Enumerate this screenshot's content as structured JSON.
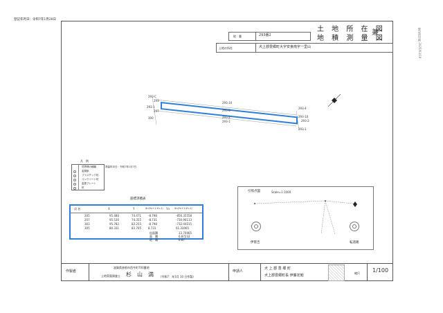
{
  "header": {
    "registration_date": "登記年月日：令和7年1月28日",
    "stamp_vertical": "登記所印刷 2025/03/19"
  },
  "title": {
    "line1": "土 地 所 在 図",
    "line2": "地 積 測 量 図",
    "combined": "兼"
  },
  "info": {
    "lot_label": "地　番",
    "lot_value": "293番2",
    "location_label": "土地の所在",
    "location_value": "犬上郡豊郷町大字安食南字一里山"
  },
  "plan": {
    "labels": [
      "293-C",
      "293-1",
      "293",
      "297",
      "300",
      "293-10",
      "293-8",
      "293-2",
      "293-1",
      "293-4",
      "293-10",
      "293-2",
      "293-1"
    ]
  },
  "legend": {
    "title": "凡　例",
    "header": "境界標の種類",
    "items": [
      "金属鋲",
      "プラスチック杭",
      "コンクリート杭",
      "金属プレート",
      "杭"
    ],
    "survey_date": "測量年月日：令和7年1月7日"
  },
  "coords": {
    "title": "座標求積表",
    "headers": [
      "点 名",
      "X",
      "Y",
      "Xn(Yn+1-Yn-1)",
      "Yn",
      "Xn(Yn+1-Yn-1)"
    ],
    "rows": [
      [
        "205",
        "95.480",
        "74.471",
        "-8.798",
        "",
        "-856.35558"
      ],
      [
        "207",
        "95.530",
        "74.355",
        "-8.731",
        "",
        "-730.90113"
      ],
      [
        "303",
        "95.782",
        "83.255",
        "-8.798",
        "",
        "-732.44215"
      ],
      [
        "305",
        "80.331",
        "83.705",
        "8.731",
        "",
        "61.33065"
      ]
    ],
    "summary_labels": [
      "倍面積",
      "面　積",
      "地　積"
    ],
    "summary_values": [
      "13.74465",
      "6.87232",
      "6.87"
    ]
  },
  "reference": {
    "title": "引照点図",
    "scale": "Scale=1:1000",
    "label_left": "伊管吉",
    "label_right": "転道路"
  },
  "footer": {
    "author_label": "作製者",
    "address": "滋賀県彦根市西今町700番地",
    "role": "土地家屋調査士",
    "name": "杉　山　満",
    "date": "(令和7　年1月 10 日作製)",
    "applicant_label": "申請人",
    "applicant_line1": "犬 上 郡 豊 郷 町",
    "applicant_line2": "犬上郡豊郷町長 伊藤定勉",
    "scale_label": "縮尺",
    "scale_value": "1/100"
  }
}
